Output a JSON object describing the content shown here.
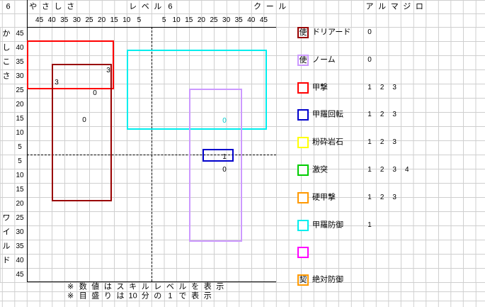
{
  "colors": {
    "background": "#ffffff",
    "gridline": "#cfcfcf",
    "axis": "#000000"
  },
  "sheet": {
    "corner_value": "6",
    "level": {
      "label_chars": [
        "レ",
        "ベ",
        "ル"
      ],
      "label": "レベル",
      "value": "6"
    }
  },
  "monster": {
    "name": "アルマジロ",
    "name_chars": [
      "ア",
      "ル",
      "マ",
      "ジ",
      "ロ"
    ]
  },
  "axes": {
    "x_left_title": "やさしさ",
    "x_left_title_chars": [
      "や",
      "さ",
      "し",
      "さ"
    ],
    "x_right_title": "クール",
    "x_right_title_chars": [
      "ク",
      "ー",
      "ル"
    ],
    "y_top_title": "かしこさ",
    "y_top_title_chars": [
      "か",
      "し",
      "こ",
      "さ"
    ],
    "y_bottom_title": "ワイルド",
    "y_bottom_title_chars": [
      "ワ",
      "イ",
      "ル",
      "ド"
    ],
    "x_ticks_left": [
      "45",
      "40",
      "35",
      "30",
      "25",
      "20",
      "15",
      "10",
      "5"
    ],
    "x_ticks_right": [
      "5",
      "10",
      "15",
      "20",
      "25",
      "30",
      "35",
      "40",
      "45"
    ],
    "y_ticks_top": [
      "45",
      "40",
      "35",
      "30",
      "25",
      "20",
      "15",
      "10",
      "5"
    ],
    "y_ticks_bottom": [
      "5",
      "10",
      "15",
      "20",
      "25",
      "30",
      "35",
      "40",
      "45"
    ]
  },
  "chart_data": {
    "type": "range-boxes",
    "monster": "アルマジロ",
    "level": "6",
    "x_axis": {
      "negative_side": "やさしさ",
      "positive_side": "クール",
      "max_each_side": 45,
      "tick_step": 5,
      "grid": true
    },
    "y_axis": {
      "positive_side": "かしこさ",
      "negative_side": "ワイルド",
      "max_each_side": 45,
      "tick_step": 5,
      "grid": true
    },
    "coords_note": "unit ranges approximate, read from gridlines; x: クール positive / やさしさ negative; y: かしこさ positive / ワイルド negative",
    "boxes": [
      {
        "skill": "甲撃",
        "color": "#ff0000",
        "px": [
          38,
          57,
          161,
          126
        ],
        "x_range": [
          -50,
          -15
        ],
        "y_range": [
          23,
          40
        ]
      },
      {
        "skill": "ドリアード",
        "color": "#990000",
        "px": [
          73,
          90,
          158,
          284
        ],
        "x_range": [
          -40,
          -16
        ],
        "y_range": [
          -17,
          32
        ]
      },
      {
        "skill": "甲羅防御",
        "color": "#00eeee",
        "px": [
          179,
          70,
          377,
          183
        ],
        "x_range": [
          -10,
          46
        ],
        "y_range": [
          9,
          37
        ]
      },
      {
        "skill": "ノーム",
        "color": "#cc99ff",
        "px": [
          267,
          125,
          342,
          341
        ],
        "x_range": [
          15,
          36
        ],
        "y_range": [
          -31,
          23
        ]
      },
      {
        "skill": "甲羅回転",
        "color": "#0000cc",
        "px": [
          286,
          210,
          330,
          228
        ],
        "x_range": [
          21,
          33
        ],
        "y_range": [
          -3,
          2
        ]
      }
    ],
    "level_labels": [
      {
        "text": "3",
        "color": "#000000",
        "px": [
          153,
          100
        ]
      },
      {
        "text": "3",
        "color": "#000000",
        "px": [
          80,
          117
        ]
      },
      {
        "text": "0",
        "color": "#000000",
        "px": [
          134,
          132
        ]
      },
      {
        "text": "0",
        "color": "#000000",
        "px": [
          119,
          170
        ]
      },
      {
        "text": "0",
        "color": "#00cccc",
        "px": [
          317,
          171
        ]
      },
      {
        "text": "1",
        "color": "#000000",
        "px": [
          317,
          222
        ]
      },
      {
        "text": "0",
        "color": "#000000",
        "px": [
          317,
          240
        ]
      }
    ]
  },
  "legend": {
    "value_columns_header": [
      "ア",
      "ル",
      "マ",
      "ジ",
      "ロ"
    ],
    "rows": [
      {
        "box_color": "#990000",
        "box_char": "使",
        "label": "ドリアード",
        "values": [
          "0"
        ]
      },
      {
        "box_color": "#cc99ff",
        "box_char": "使",
        "label": "ノーム",
        "values": [
          "0"
        ]
      },
      {
        "box_color": "#ff0000",
        "box_char": "",
        "label": "甲撃",
        "values": [
          "1",
          "2",
          "3"
        ]
      },
      {
        "box_color": "#0000cc",
        "box_char": "",
        "label": "甲羅回転",
        "values": [
          "1",
          "2",
          "3"
        ]
      },
      {
        "box_color": "#ffff00",
        "box_char": "",
        "label": "粉砕岩石",
        "values": [
          "1",
          "2",
          "3"
        ]
      },
      {
        "box_color": "#00cc00",
        "box_char": "",
        "label": "激突",
        "values": [
          "1",
          "2",
          "3",
          "4"
        ]
      },
      {
        "box_color": "#ff9900",
        "box_char": "",
        "label": "硬甲撃",
        "values": [
          "1",
          "2",
          "3"
        ]
      },
      {
        "box_color": "#00eeee",
        "box_char": "",
        "label": "甲羅防御",
        "values": [
          "1"
        ]
      },
      {
        "box_color": "#ff00ff",
        "box_char": "",
        "label": "",
        "values": []
      },
      {
        "box_color": "#ff9900",
        "box_char": "契",
        "label": "絶対防御",
        "values": []
      }
    ]
  },
  "notes": {
    "line1": "※数値はスキルレベルを表示",
    "line1_chars": [
      "※",
      "数",
      "値",
      "は",
      "ス",
      "キ",
      "ル",
      "レ",
      "ベ",
      "ル",
      "を",
      "表",
      "示"
    ],
    "line2": "※目盛りは10分の1で表示",
    "line2_chars": [
      "※",
      "目",
      "盛",
      "り",
      "は",
      "10",
      "分",
      "の",
      "1",
      "で",
      "表",
      "示"
    ]
  }
}
